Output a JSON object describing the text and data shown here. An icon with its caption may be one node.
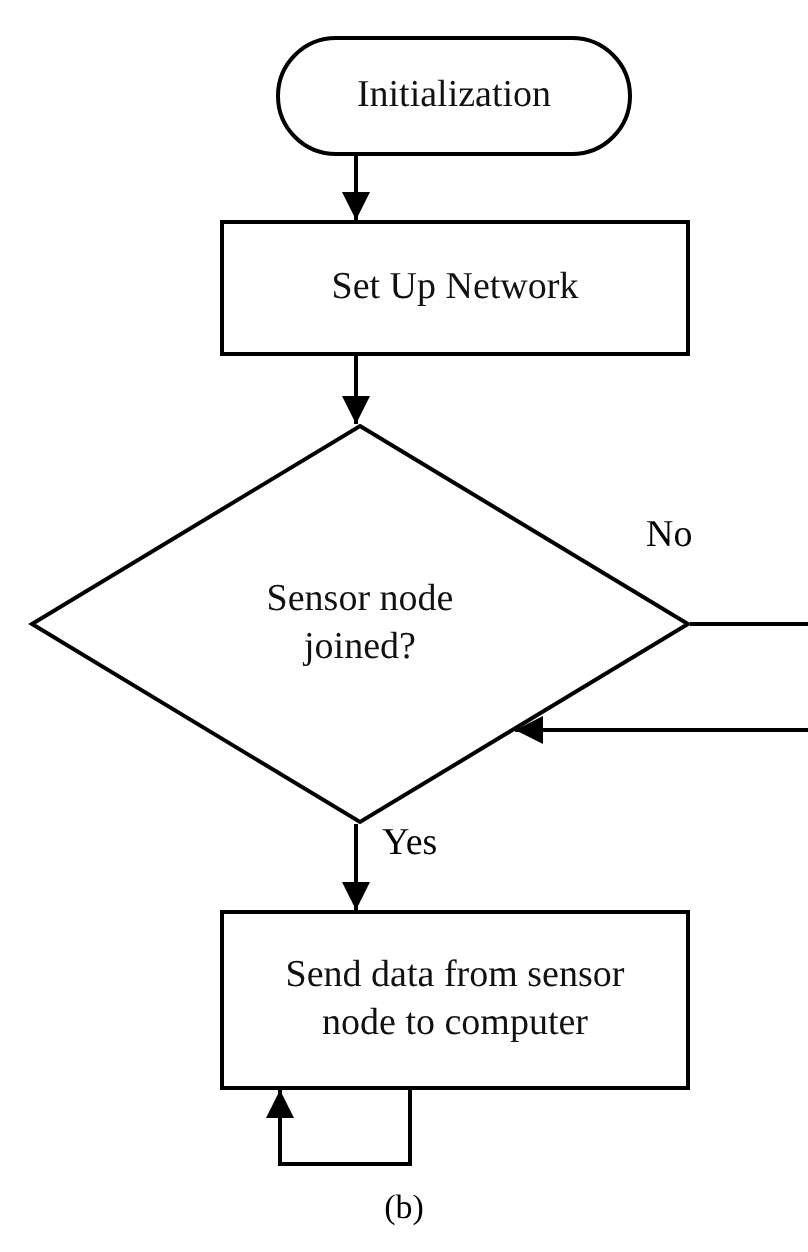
{
  "diagram": {
    "caption": "(b)",
    "nodes": [
      {
        "text": [
          "Initialization"
        ]
      },
      {
        "text": [
          "Set Up Network"
        ]
      },
      {
        "text": [
          "Sensor node joined?"
        ]
      },
      {
        "text": [
          "Send data from sensor node to computer"
        ]
      }
    ],
    "edges": [
      {
        "from": 0,
        "to": 1,
        "arrow": "to"
      },
      {
        "from": 1,
        "to": 2,
        "arrow": "to"
      },
      {
        "from": 2,
        "to": null,
        "label": "No",
        "arrow": "none"
      },
      {
        "from": null,
        "to": 2,
        "arrow": "to"
      },
      {
        "from": 2,
        "to": 3,
        "label": "Yes",
        "arrow": "to"
      },
      {
        "from": 3,
        "to": 3,
        "arrow": "to"
      }
    ]
  }
}
